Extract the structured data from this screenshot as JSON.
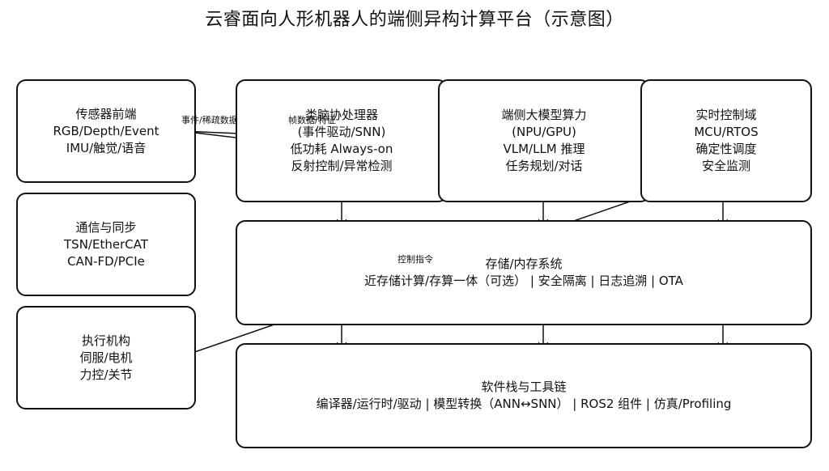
{
  "title": "云睿面向人形机器人的端侧异构计算平台（示意图）",
  "boxes": {
    "sensor": [
      "传感器前端",
      "RGB/Depth/Event",
      "IMU/触觉/语音"
    ],
    "comm": [
      "通信与同步",
      "TSN/EtherCAT",
      "CAN-FD/PCIe"
    ],
    "actuator": [
      "执行机构",
      "伺服/电机",
      "力控/关节"
    ],
    "neuro": [
      "类脑协处理器",
      "(事件驱动/SNN)",
      "低功耗 Always-on",
      "反射控制/异常检测"
    ],
    "llm": [
      "端侧大模型算力",
      "(NPU/GPU)",
      "VLM/LLM 推理",
      "任务规划/对话"
    ],
    "rt": [
      "实时控制域",
      "MCU/RTOS",
      "确定性调度",
      "安全监测"
    ],
    "storage": [
      "存储/内存系统",
      "近存储计算/存算一体（可选） | 安全隔离 | 日志追溯 | OTA"
    ],
    "software": [
      "软件栈与工具链",
      "编译器/运行时/驱动 | 模型转换（ANN↔SNN） | ROS2 组件 | 仿真/Profiling"
    ]
  },
  "edge_labels": {
    "sparse_data": "事件/稀疏数据",
    "frame_data": "帧数据/特征",
    "control_cmd": "控制指令"
  }
}
